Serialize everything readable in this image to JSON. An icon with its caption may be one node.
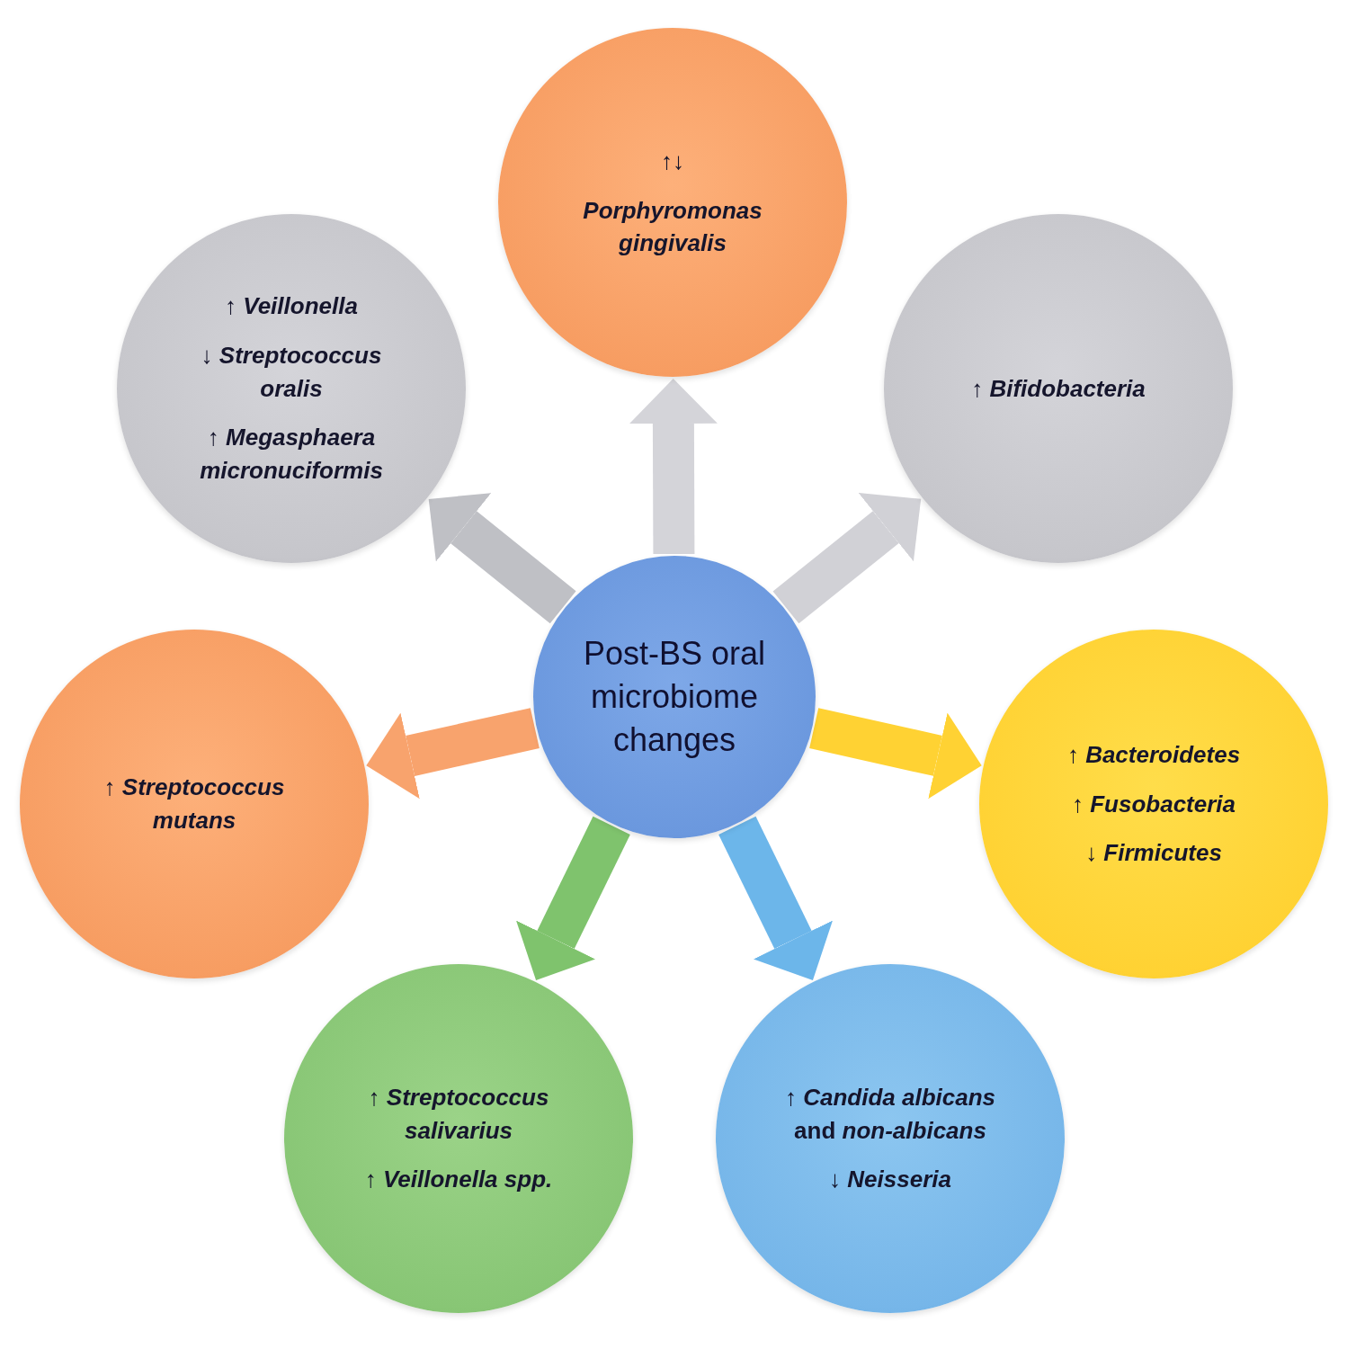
{
  "diagram": {
    "nodes": [
      {
        "text": [
          "↑↓",
          "Porphyromonas gingivalis"
        ]
      },
      {
        "text": [
          "↑ Veillonella",
          "↓ Streptococcus oralis",
          "↑ Megasphaera micronuciformis"
        ]
      },
      {
        "text": [
          "↑ Bifidobacteria"
        ]
      },
      {
        "text": [
          "Post-BS oral microbiome changes"
        ]
      },
      {
        "text": [
          "↑ Streptococcus mutans"
        ]
      },
      {
        "text": [
          "↑ Bacteroidetes",
          "↑ Fusobacteria",
          "↓ Firmicutes"
        ]
      },
      {
        "text": [
          "↑ Streptococcus salivarius",
          "↑ Veillonella spp."
        ]
      },
      {
        "text": [
          "↑ *Candida albicans* and *non-albicans*",
          "↓ Neisseria"
        ]
      }
    ],
    "edges": [
      {
        "from": 3,
        "to": 0,
        "arrow": "to",
        "color": "#d4d4d9"
      },
      {
        "from": 3,
        "to": 2,
        "arrow": "to",
        "color": "#d1d1d6"
      },
      {
        "from": 3,
        "to": 5,
        "arrow": "to",
        "color": "#ffd233"
      },
      {
        "from": 3,
        "to": 7,
        "arrow": "to",
        "color": "#6cb6ea"
      },
      {
        "from": 3,
        "to": 6,
        "arrow": "to",
        "color": "#7fc36d"
      },
      {
        "from": 3,
        "to": 4,
        "arrow": "to",
        "color": "#f8a36d"
      },
      {
        "from": 3,
        "to": 1,
        "arrow": "to",
        "color": "#bfc0c5"
      }
    ]
  }
}
